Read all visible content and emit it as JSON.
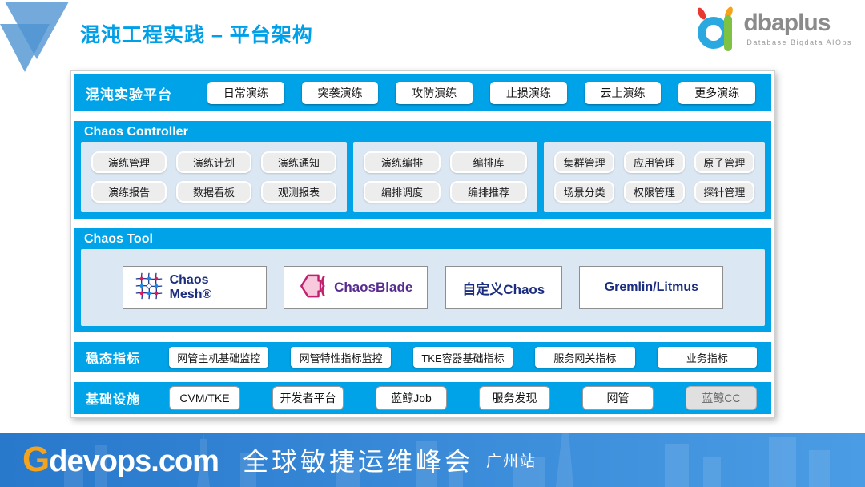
{
  "colors": {
    "primary_blue": "#00a3e8",
    "title_blue": "#00a0e9",
    "panel_light": "#dbe7f2",
    "navy_text": "#1b2d7e",
    "chaosblade_purple": "#572c8f",
    "footer_blue": "#2878cc",
    "brand_orange": "#f5a31c"
  },
  "header": {
    "title": "混沌工程实践 – 平台架构",
    "brand": "dbaplus",
    "brand_tagline": "Database  Bigdata  AIOps"
  },
  "platform": {
    "label": "混沌实验平台",
    "buttons": [
      "日常演练",
      "突袭演练",
      "攻防演练",
      "止损演练",
      "云上演练",
      "更多演练"
    ]
  },
  "controller": {
    "title": "Chaos Controller",
    "panel1": [
      "演练管理",
      "演练计划",
      "演练通知",
      "演练报告",
      "数据看板",
      "观测报表"
    ],
    "panel2": [
      "演练编排",
      "编排库",
      "编排调度",
      "编排推荐"
    ],
    "panel3": [
      "集群管理",
      "应用管理",
      "原子管理",
      "场景分类",
      "权限管理",
      "探针管理"
    ]
  },
  "tools": {
    "title": "Chaos Tool",
    "items": [
      {
        "icon": "chaos-mesh-icon",
        "label": "Chaos Mesh®"
      },
      {
        "icon": "chaosblade-icon",
        "label": "ChaosBlade"
      },
      {
        "icon": "",
        "label": "自定义Chaos"
      },
      {
        "icon": "",
        "label": "Gremlin/Litmus"
      }
    ]
  },
  "metrics": {
    "label": "稳态指标",
    "buttons": [
      "网管主机基础监控",
      "网管特性指标监控",
      "TKE容器基础指标",
      "服务网关指标",
      "业务指标"
    ]
  },
  "infra": {
    "label": "基础设施",
    "buttons": [
      "CVM/TKE",
      "开发者平台",
      "蓝鲸Job",
      "服务发现",
      "网管",
      "蓝鲸CC"
    ]
  },
  "footer": {
    "brand_g": "G",
    "brand_rest": "devops",
    "brand_dot": ".com",
    "slogan": "全球敏捷运维峰会",
    "station": "广州站"
  }
}
